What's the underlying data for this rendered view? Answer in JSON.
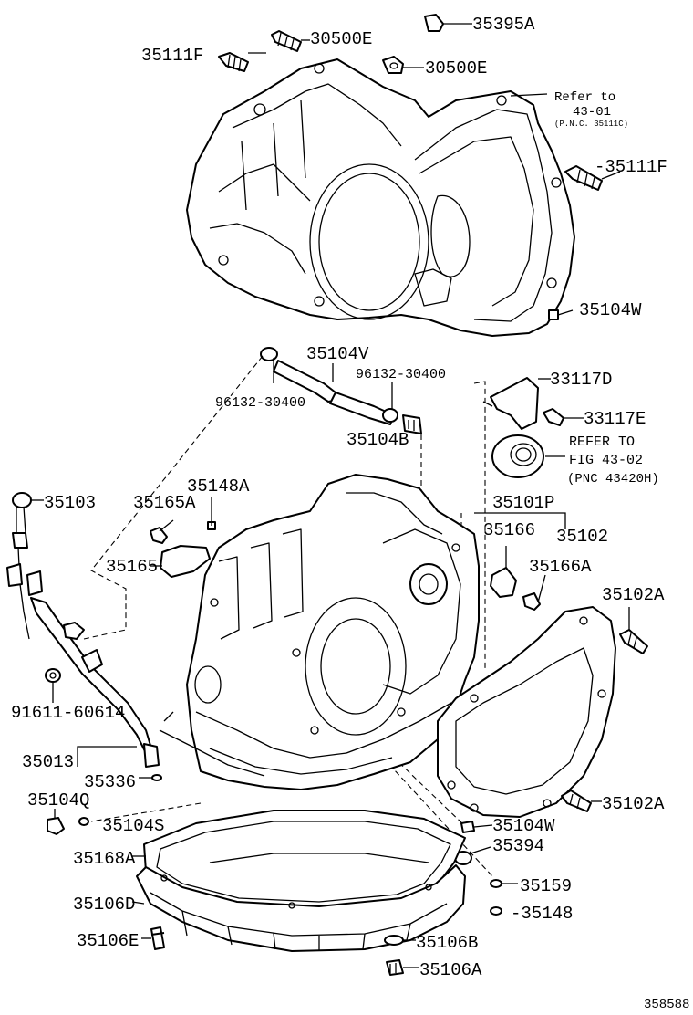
{
  "part_labels": {
    "p30500E_a": "30500E",
    "p35395A": "35395A",
    "p35111F_a": "35111F",
    "p30500E_b": "30500E",
    "refer_4301_l1": "Refer to",
    "refer_4301_l2": "43-01",
    "refer_4301_l3": "(P.N.C. 35111C)",
    "p35111F_b": "-35111F",
    "p35104W_a": "35104W",
    "p35104V": "35104V",
    "p96132_a": "96132-30400",
    "p96132_b": "96132-30400",
    "p33117D": "33117D",
    "p33117E": "33117E",
    "p35104B": "35104B",
    "refer_4302_l1": "REFER TO",
    "refer_4302_l2": "FIG 43-02",
    "refer_4302_l3": "(PNC 43420H)",
    "p35103": "35103",
    "p35148A": "35148A",
    "p35165A": "35165A",
    "p35101P": "35101P",
    "p35166": "35166",
    "p35102": "35102",
    "p35165": "35165",
    "p35166A": "35166A",
    "p35102A_a": "35102A",
    "p91611": "91611-60614",
    "p35013": "35013",
    "p35336": "35336",
    "p35102A_b": "35102A",
    "p35104Q": "35104Q",
    "p35104S": "35104S",
    "p35104W_b": "35104W",
    "p35394": "35394",
    "p35168A": "35168A",
    "p35159": "35159",
    "p35106D": "35106D",
    "p35148": "-35148",
    "p35106E": "35106E",
    "p35106B": "35106B",
    "p35106A": "35106A",
    "figure_id": "358588"
  }
}
